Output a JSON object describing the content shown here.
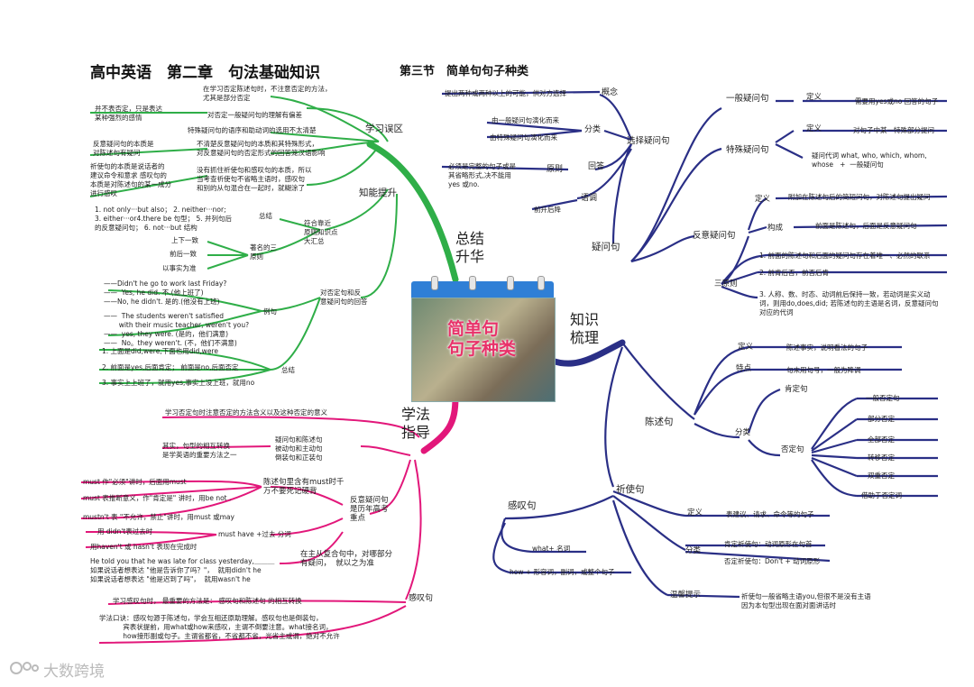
{
  "title": "高中英语　第二章　句法基础知识",
  "subtitle": "第三节　简单句句子种类",
  "center": {
    "line1": "简单句",
    "line2": "句子种类"
  },
  "watermark": "大数跨境",
  "branches": {
    "summary": "总结\n升华",
    "method": "学法\n指导",
    "knowledge": "知识\n梳理"
  },
  "left_top": {
    "mistakes": "学习误区",
    "ability": "知能提升",
    "mistakes_items": [
      "在学习否定陈述句时，不注意否定的方法，\n尤其是部分否定",
      "对否定一般疑问句的理解有偏差",
      "特殊疑问句的语序和助动词的选用不太清楚",
      "不清楚反意疑问句的本质和其特殊形式，\n对反意疑问句的否定形式的回答笼汉语影响",
      "没有抓住祈使句和感叹句的本质，所以\n当考查祈使句不省略主语时，感叹句\n和别的从句混合在一起时，就糊涂了"
    ],
    "mistakes_notes": [
      "并不表否定，只是表达\n某种强烈的感情",
      "反意疑问句的本质是\n对陈述句有疑问",
      "祈使句的本质是说话者的\n建议命令和意求 感叹句的\n本质是对陈述句的某一成分\n进行感叹"
    ],
    "summary_title": "总结",
    "summary_text": "1. not only···but also； 2. neither···nor;\n3. either···or4.there be 句型； 5. 并列句后\n的反意疑问句； 6. not···but 结构",
    "summary_parent": "符合靠近\n原则知识点\n大汇总",
    "famous_three": "著名的三\n原则",
    "principles": [
      "上下一致",
      "前后一致",
      "以事实为准"
    ],
    "neg_parent": "对否定句和反\n意疑问句的回答",
    "example_title": "例句",
    "examples": "——Didn't he go to work last Friday?\n——  Yes, he did. 不.(他上班了)\n——No, he didn't. 是的.(他没有上班)",
    "examples2": "——  The students weren't satisfied\n       with their music teacher, weren't you?\n——  yes, they were. (是的，他们满意)\n——  No。they weren't. (不，他们不满意)",
    "conclusion_title": "总结",
    "conclusions": [
      "1. 上面是did,were,下面也用did,were",
      "2. 前面是yes,后面肯定；  前面是no,后面否定",
      "3. 事实上上班了，就用yes,事实上没上班，就用no"
    ]
  },
  "left_bottom": {
    "intro": "学习否定句时注意否定的方法含义以及这种否定的意义",
    "transform_note": "其实，句型的相互转换\n是学英语的重要方法之一",
    "transform": "疑问句和陈述句\n被动句和主动句\n倒装句和正装句",
    "must_note": "陈述句里含有must时千\n万不要死记硬背",
    "must_items": [
      "must 作\"必须\"讲时，后面用must",
      "must 表推断意义，作\"肯定是\" 讲时，用be not .",
      "mustn't 表 \"不允许，禁止\"讲时，用must 或may"
    ],
    "must_have": "must have  +过去 分词",
    "must_have_items": [
      "用 didn't表过去时",
      "用haven't 或 hasn't 表现在完成时"
    ],
    "exam_point": "反意疑问句\n是历年高考\n重点",
    "complex_example": "He told you that he was late for class yesterday,＿＿＿\n如果说话者想表达 \"他是告诉你了吗？\"，  就用didn't he\n如果说话者想表达 \"他是迟到了吗\"，  就用wasn't he",
    "complex_note": "在主从复合句中，对哪部分\n有疑问，  就以之为准",
    "excl_title": "感叹句",
    "excl_method": "学习感叹句时，  最重要的方法是：  感叹句和陈述句 的相互转换",
    "excl_formula": "学法口诀：感叹句源于陈述句，学会互相还原助理解。感叹句也是倒装句，\n           宾表状提前，用what或how来感叹，主谓不倒要注意。what接名词，\n           how接形副或句子。主谓省都省，不省都不省，光省主或谓，绝对不允许"
  },
  "right": {
    "interrogative": "疑问句",
    "choice": "选择疑问句",
    "concept": "概念",
    "concept_text": "提出两种或两种以上的可能，供对方选择",
    "classify": "分类",
    "classify_items": [
      "由一般疑问句演化而来",
      "由特殊疑问句演化而来"
    ],
    "answer": "回答",
    "principle": "原则",
    "principle_text": "必须是完整的句子或是\n其省略形式,决不能用\nyes 或no.",
    "intonation": "语调",
    "intonation_text": "前升后降",
    "general": "一般疑问句",
    "general_def": "定义",
    "general_text": "需要用yes或no 回答的句子",
    "special": "特殊疑问句",
    "special_def": "定义",
    "special_text": "对句子中某一特殊部分提问",
    "special_words": "疑问代词 what, who, which, whom,\nwhose   +  一般疑问句",
    "tag": "反意疑问句",
    "tag_def": "定义",
    "tag_def_text": "附加在陈述句后的简短问句，对陈述句提出疑问",
    "tag_struct": "构成",
    "tag_struct_text": "前面是陈述句，后面是反意疑问句",
    "three": "三原则",
    "three_items": [
      "1. 前面的陈述句和后面的疑问句存在着唯一、必然的联系",
      "2. 前肯后否，前否后肯",
      "3. 人称、数、时态、动词前后保持一致，若动词是实义动\n词，则用do,does,did; 若陈述句的主语是名词，反意疑问句\n对应的代词"
    ],
    "declarative": "陈述句",
    "decl_def": "定义",
    "decl_def_text": "陈述事实，说明看法的句子",
    "decl_feat": "特点",
    "decl_feat_text": "句末用句号，一般为降调",
    "decl_class": "分类",
    "affirm": "肯定句",
    "negative": "否定句",
    "neg_items": [
      "一般否定句",
      "部分否定",
      "全部否定",
      "转移否定",
      "双重否定",
      "借助于否定词"
    ],
    "imperative": "祈使句",
    "imp_def": "定义",
    "imp_def_text": "表建议、请求、命令等的句子",
    "imp_class": "分类",
    "imp_items": [
      "肯定祈使句：动词原形在句首",
      "否定祈使句：Don't + 动词原形"
    ],
    "tip": "温馨提示",
    "tip_text": "祈使句一般省略主语you,但很不是没有主语\n因为本句型出现在面对面讲话时",
    "exclamatory": "感叹句",
    "excl_items": [
      "what+ 名词",
      "how + 形容词，副词，或整个句子"
    ]
  },
  "colors": {
    "green": "#2fae48",
    "pink": "#e2177a",
    "navy": "#2a2f86",
    "title": "#111111"
  }
}
